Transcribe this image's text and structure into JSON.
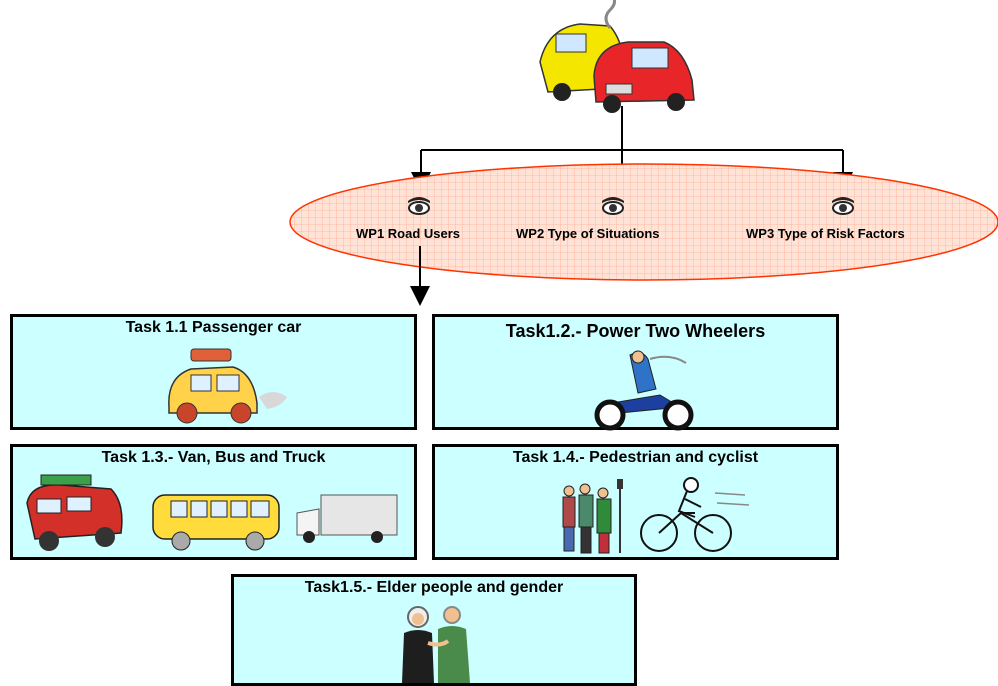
{
  "work_packages": [
    {
      "label": "WP1 Road Users",
      "icon": "eye-icon"
    },
    {
      "label": "WP2 Type of Situations",
      "icon": "eye-icon"
    },
    {
      "label": "WP3 Type of Risk Factors",
      "icon": "eye-icon"
    }
  ],
  "tasks": [
    {
      "title": "Task 1.1 Passenger car",
      "illustration": "passenger-car-illustration"
    },
    {
      "title": "Task1.2.- Power Two Wheelers",
      "illustration": "motorcycle-rider-illustration"
    },
    {
      "title": "Task 1.3.- Van, Bus and Truck",
      "illustration": "van-bus-truck-illustration"
    },
    {
      "title": "Task 1.4.- Pedestrian and cyclist",
      "illustration": "pedestrians-cyclist-illustration"
    },
    {
      "title": "Task1.5.- Elder people and gender",
      "illustration": "elderly-couple-illustration"
    }
  ],
  "colors": {
    "ellipse_fill": "#ffd9cc",
    "ellipse_stroke": "#ff3300",
    "task_fill": "#ccffff"
  }
}
